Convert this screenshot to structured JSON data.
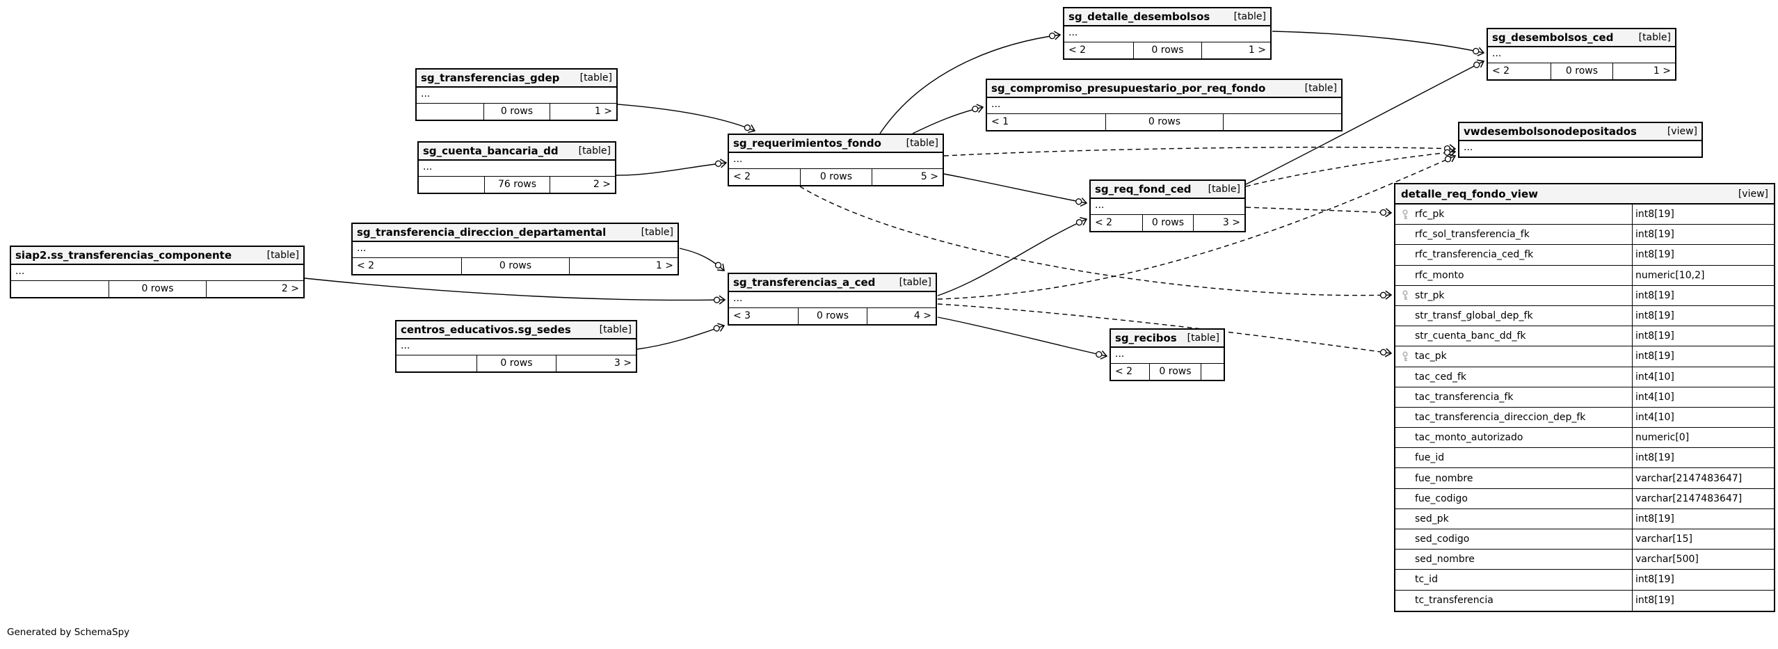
{
  "diagram": {
    "generated_note": "Generated by SchemaSpy"
  },
  "entities": {
    "sg_detalle_desembolsos": {
      "title": "sg_detalle_desembolsos",
      "kind": "[table]",
      "columns_ellipsis": "...",
      "footer": {
        "left": "< 2",
        "center": "0 rows",
        "right": "1 >"
      }
    },
    "sg_desembolsos_ced": {
      "title": "sg_desembolsos_ced",
      "kind": "[table]",
      "columns_ellipsis": "...",
      "footer": {
        "left": "< 2",
        "center": "0 rows",
        "right": "1 >"
      }
    },
    "sg_transferencias_gdep": {
      "title": "sg_transferencias_gdep",
      "kind": "[table]",
      "columns_ellipsis": "...",
      "footer": {
        "left": "",
        "center": "0 rows",
        "right": "1 >"
      }
    },
    "sg_compromiso_presupuestario_por_req_fondo": {
      "title": "sg_compromiso_presupuestario_por_req_fondo",
      "kind": "[table]",
      "columns_ellipsis": "...",
      "footer": {
        "left": "< 1",
        "center": "0 rows",
        "right": ""
      }
    },
    "sg_cuenta_bancaria_dd": {
      "title": "sg_cuenta_bancaria_dd",
      "kind": "[table]",
      "columns_ellipsis": "...",
      "footer": {
        "left": "",
        "center": "76 rows",
        "right": "2 >"
      }
    },
    "sg_requerimientos_fondo": {
      "title": "sg_requerimientos_fondo",
      "kind": "[table]",
      "columns_ellipsis": "...",
      "footer": {
        "left": "< 2",
        "center": "0 rows",
        "right": "5 >"
      }
    },
    "vwdesembolsonodepositados": {
      "title": "vwdesembolsonodepositados",
      "kind": "[view]",
      "columns_ellipsis": "..."
    },
    "sg_req_fond_ced": {
      "title": "sg_req_fond_ced",
      "kind": "[table]",
      "columns_ellipsis": "...",
      "footer": {
        "left": "< 2",
        "center": "0 rows",
        "right": "3 >"
      }
    },
    "sg_transferencia_direccion_departamental": {
      "title": "sg_transferencia_direccion_departamental",
      "kind": "[table]",
      "columns_ellipsis": "...",
      "footer": {
        "left": "< 2",
        "center": "0 rows",
        "right": "1 >"
      }
    },
    "siap2_ss_transferencias_componente": {
      "title": "siap2.ss_transferencias_componente",
      "kind": "[table]",
      "columns_ellipsis": "...",
      "footer": {
        "left": "",
        "center": "0 rows",
        "right": "2 >"
      }
    },
    "sg_transferencias_a_ced": {
      "title": "sg_transferencias_a_ced",
      "kind": "[table]",
      "columns_ellipsis": "...",
      "footer": {
        "left": "< 3",
        "center": "0 rows",
        "right": "4 >"
      }
    },
    "centros_educativos_sg_sedes": {
      "title": "centros_educativos.sg_sedes",
      "kind": "[table]",
      "columns_ellipsis": "...",
      "footer": {
        "left": "",
        "center": "0 rows",
        "right": "3 >"
      }
    },
    "sg_recibos": {
      "title": "sg_recibos",
      "kind": "[table]",
      "columns_ellipsis": "...",
      "footer": {
        "left": "< 2",
        "center": "0 rows",
        "right": ""
      }
    },
    "detalle_req_fondo_view": {
      "title": "detalle_req_fondo_view",
      "kind": "[view]",
      "columns": [
        {
          "name": "rfc_pk",
          "type": "int8[19]",
          "primary_key": true
        },
        {
          "name": "rfc_sol_transferencia_fk",
          "type": "int8[19]",
          "primary_key": false
        },
        {
          "name": "rfc_transferencia_ced_fk",
          "type": "int8[19]",
          "primary_key": false
        },
        {
          "name": "rfc_monto",
          "type": "numeric[10,2]",
          "primary_key": false
        },
        {
          "name": "str_pk",
          "type": "int8[19]",
          "primary_key": true
        },
        {
          "name": "str_transf_global_dep_fk",
          "type": "int8[19]",
          "primary_key": false
        },
        {
          "name": "str_cuenta_banc_dd_fk",
          "type": "int8[19]",
          "primary_key": false
        },
        {
          "name": "tac_pk",
          "type": "int8[19]",
          "primary_key": true
        },
        {
          "name": "tac_ced_fk",
          "type": "int4[10]",
          "primary_key": false
        },
        {
          "name": "tac_transferencia_fk",
          "type": "int4[10]",
          "primary_key": false
        },
        {
          "name": "tac_transferencia_direccion_dep_fk",
          "type": "int4[10]",
          "primary_key": false
        },
        {
          "name": "tac_monto_autorizado",
          "type": "numeric[0]",
          "primary_key": false
        },
        {
          "name": "fue_id",
          "type": "int8[19]",
          "primary_key": false
        },
        {
          "name": "fue_nombre",
          "type": "varchar[2147483647]",
          "primary_key": false
        },
        {
          "name": "fue_codigo",
          "type": "varchar[2147483647]",
          "primary_key": false
        },
        {
          "name": "sed_pk",
          "type": "int8[19]",
          "primary_key": false
        },
        {
          "name": "sed_codigo",
          "type": "varchar[15]",
          "primary_key": false
        },
        {
          "name": "sed_nombre",
          "type": "varchar[500]",
          "primary_key": false
        },
        {
          "name": "tc_id",
          "type": "int8[19]",
          "primary_key": false
        },
        {
          "name": "tc_transferencia",
          "type": "int8[19]",
          "primary_key": false
        }
      ]
    }
  },
  "relationships": [
    {
      "from": "sg_transferencias_gdep",
      "to": "sg_requerimientos_fondo",
      "style": "solid"
    },
    {
      "from": "sg_cuenta_bancaria_dd",
      "to": "sg_requerimientos_fondo",
      "style": "solid"
    },
    {
      "from": "sg_requerimientos_fondo",
      "to": "sg_detalle_desembolsos",
      "style": "solid"
    },
    {
      "from": "sg_requerimientos_fondo",
      "to": "sg_compromiso_presupuestario_por_req_fondo",
      "style": "solid"
    },
    {
      "from": "sg_requerimientos_fondo",
      "to": "sg_req_fond_ced",
      "style": "solid"
    },
    {
      "from": "sg_detalle_desembolsos",
      "to": "sg_desembolsos_ced",
      "style": "solid"
    },
    {
      "from": "sg_req_fond_ced",
      "to": "sg_desembolsos_ced",
      "style": "solid"
    },
    {
      "from": "sg_transferencia_direccion_departamental",
      "to": "sg_transferencias_a_ced",
      "style": "solid"
    },
    {
      "from": "siap2.ss_transferencias_componente",
      "to": "sg_transferencias_a_ced",
      "style": "solid"
    },
    {
      "from": "centros_educativos.sg_sedes",
      "to": "sg_transferencias_a_ced",
      "style": "solid"
    },
    {
      "from": "sg_transferencias_a_ced",
      "to": "sg_recibos",
      "style": "solid"
    },
    {
      "from": "sg_transferencias_a_ced",
      "to": "sg_req_fond_ced",
      "style": "solid"
    },
    {
      "from": "sg_requerimientos_fondo",
      "to": "vwdesembolsonodepositados",
      "style": "dashed"
    },
    {
      "from": "sg_requerimientos_fondo",
      "to": "detalle_req_fondo_view.str_pk",
      "style": "dashed"
    },
    {
      "from": "sg_req_fond_ced",
      "to": "detalle_req_fondo_view.rfc_pk",
      "style": "dashed"
    },
    {
      "from": "sg_transferencias_a_ced",
      "to": "detalle_req_fondo_view.tac_pk",
      "style": "dashed"
    },
    {
      "from": "sg_req_fond_ced",
      "to": "vwdesembolsonodepositados",
      "style": "dashed"
    },
    {
      "from": "sg_transferencias_a_ced",
      "to": "vwdesembolsonodepositados",
      "style": "dashed"
    }
  ]
}
